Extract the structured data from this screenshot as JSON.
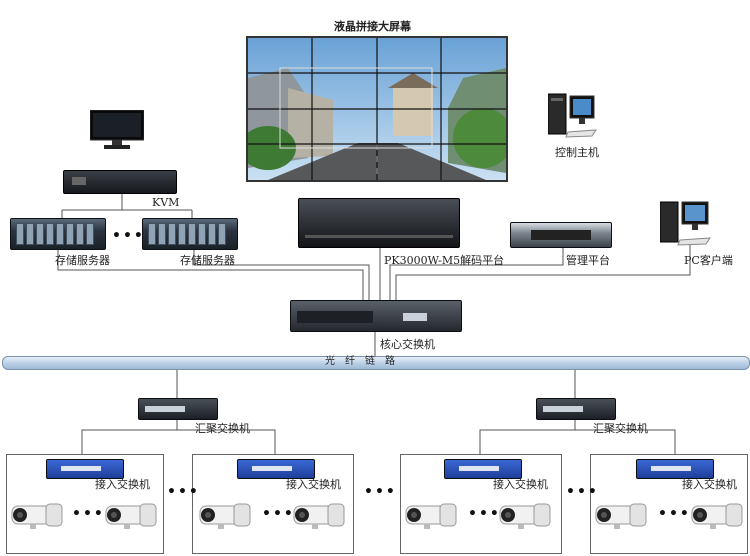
{
  "labels": {
    "video_wall": "液晶拼接大屏幕",
    "control_host": "控制主机",
    "kvm": "KVM",
    "storage_1": "存储服务器",
    "storage_2": "存储服务器",
    "decoder": "PK3000W-M5解码平台",
    "management": "管理平台",
    "pc_client": "PC客户端",
    "core_switch": "核心交换机",
    "fiber_link": "光　纤　链　路",
    "agg_switch_left": "汇聚交换机",
    "agg_switch_right": "汇聚交换机",
    "access_switch_1": "接入交换机",
    "access_switch_2": "接入交换机",
    "access_switch_3": "接入交换机",
    "access_switch_4": "接入交换机"
  },
  "ellipsis": "•••",
  "icons": {
    "monitor": "lcd-monitor-icon",
    "kvm": "kvm-switch-icon",
    "storage": "storage-server-icon",
    "decoder": "decoder-appliance-icon",
    "management": "rack-server-icon",
    "pc": "desktop-pc-icon",
    "core_switch": "core-switch-icon",
    "agg_switch": "network-switch-icon",
    "access_switch": "access-switch-icon",
    "camera": "bullet-camera-icon"
  },
  "colors": {
    "fiber_bar": "#bcd1e8",
    "line": "#555555",
    "access_switch_blue": "#2f58c9"
  }
}
